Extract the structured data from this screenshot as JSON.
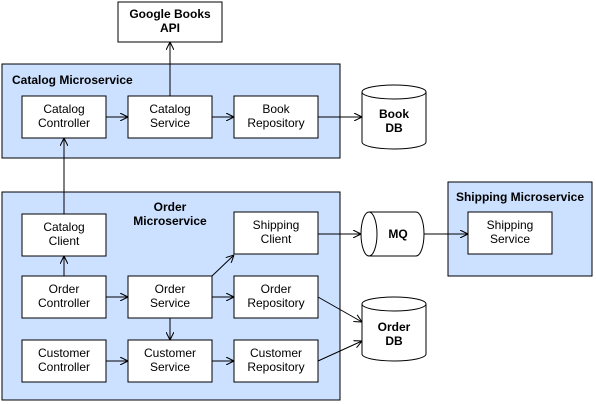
{
  "google_books": {
    "line1": "Google Books",
    "line2": "API"
  },
  "catalog_ms": {
    "title": "Catalog Microservice",
    "controller": {
      "line1": "Catalog",
      "line2": "Controller"
    },
    "service": {
      "line1": "Catalog",
      "line2": "Service"
    },
    "repository": {
      "line1": "Book",
      "line2": "Repository"
    }
  },
  "book_db": {
    "line1": "Book",
    "line2": "DB"
  },
  "order_ms": {
    "title_line1": "Order",
    "title_line2": "Microservice",
    "catalog_client": {
      "line1": "Catalog",
      "line2": "Client"
    },
    "shipping_client": {
      "line1": "Shipping",
      "line2": "Client"
    },
    "order_controller": {
      "line1": "Order",
      "line2": "Controller"
    },
    "order_service": {
      "line1": "Order",
      "line2": "Service"
    },
    "order_repository": {
      "line1": "Order",
      "line2": "Repository"
    },
    "customer_controller": {
      "line1": "Customer",
      "line2": "Controller"
    },
    "customer_service": {
      "line1": "Customer",
      "line2": "Service"
    },
    "customer_repository": {
      "line1": "Customer",
      "line2": "Repository"
    }
  },
  "order_db": {
    "line1": "Order",
    "line2": "DB"
  },
  "mq": {
    "label": "MQ"
  },
  "shipping_ms": {
    "title": "Shipping Microservice",
    "service": {
      "line1": "Shipping",
      "line2": "Service"
    }
  },
  "colors": {
    "microservice_fill": "#cce0ff",
    "component_fill": "#ffffff",
    "line": "#000000"
  }
}
